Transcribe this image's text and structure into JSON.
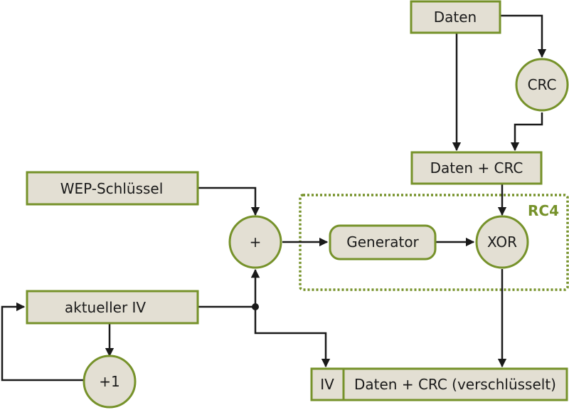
{
  "diagram": {
    "title": "WEP-Verschlüsselung",
    "nodes": {
      "daten": "Daten",
      "crc": "CRC",
      "daten_crc": "Daten + CRC",
      "wep_key": "WEP-Schlüssel",
      "plus": "+",
      "generator": "Generator",
      "xor": "XOR",
      "current_iv": "aktueller IV",
      "increment": "+1",
      "out_iv": "IV",
      "out_data": "Daten + CRC (verschlüsselt)"
    },
    "group_label": "RC4",
    "colors": {
      "fill": "#e3dfd3",
      "border": "#76922a",
      "line": "#1a1a1a"
    }
  }
}
